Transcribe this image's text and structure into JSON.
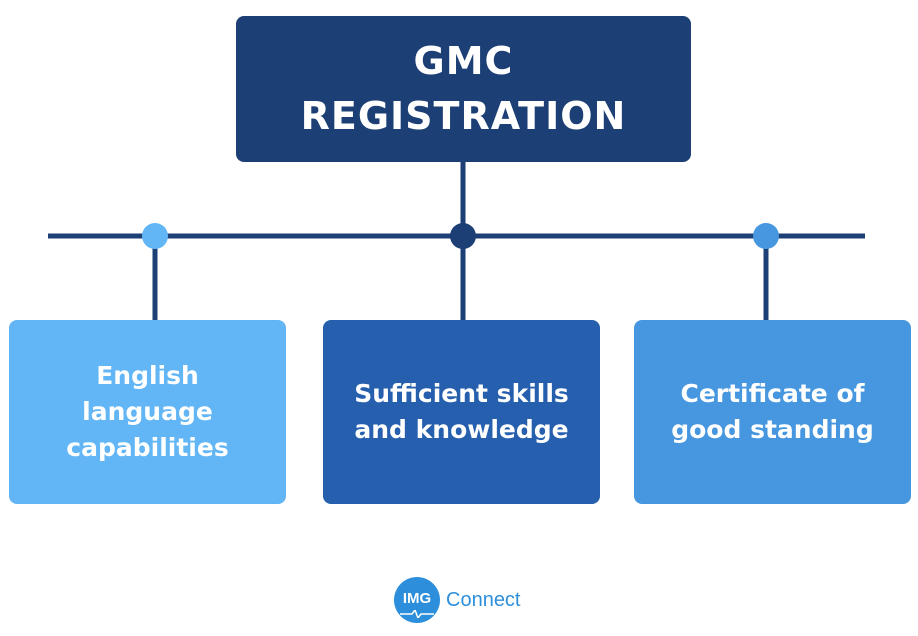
{
  "root": {
    "lines": [
      "GMC",
      "REGISTRATION"
    ]
  },
  "children": [
    {
      "lines": [
        "English",
        "language",
        "capabilities"
      ]
    },
    {
      "lines": [
        "Sufficient skills",
        "and knowledge"
      ]
    },
    {
      "lines": [
        "Certificate of",
        "good standing"
      ]
    }
  ],
  "logo": {
    "badge": "IMG",
    "text": "Connect",
    "icon": "heartbeat-line-icon"
  },
  "colors": {
    "root": "#1c3f75",
    "child_a": "#62b6f6",
    "child_b": "#255fad",
    "child_c": "#4697df",
    "connector": "#1c3f75",
    "logo": "#2d8fdb"
  }
}
